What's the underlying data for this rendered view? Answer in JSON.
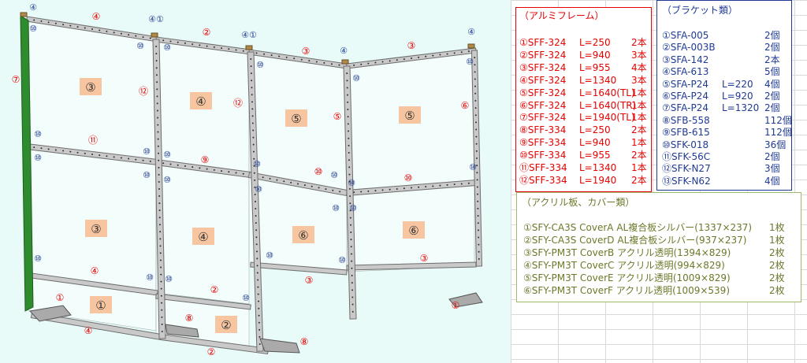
{
  "drawing": {
    "colors": {
      "frame": "#c9c9c9",
      "frame_edge": "#6d6d6d",
      "frame_dark": "#555555",
      "hole": "#2f2f2f",
      "red": "#e60000",
      "blue": "#1f3a93",
      "tag_bg": "#f7c59f",
      "green_post": "#2e8b2e"
    },
    "panel_labels": [
      "③",
      "④",
      "⑤",
      "⑤",
      "③",
      "④",
      "⑥",
      "⑥",
      "①",
      "②"
    ],
    "red_callouts": [
      "④",
      "②",
      "③",
      "③",
      "⑦",
      "⑫",
      "⑫",
      "⑤",
      "⑥",
      "⑪",
      "⑨",
      "⑩",
      "⑩",
      "④",
      "③",
      "③",
      "①",
      "②",
      "⑧",
      "④",
      "②",
      "⑧",
      "①"
    ],
    "blue_callouts": [
      "④",
      "④①",
      "④①",
      "④",
      "④",
      "⑩",
      "⑩",
      "⑩",
      "⑩",
      "⑩",
      "⑩",
      "⑩",
      "⑩",
      "⑩",
      "⑩",
      "⑩",
      "⑩",
      "⑩",
      "⑩",
      "⑩",
      "⑩",
      "⑩",
      "⑩",
      "⑩",
      "⑩",
      "⑩",
      "⑩",
      "⑩",
      "⑩",
      "⑩"
    ]
  },
  "aluminum_frame": {
    "title": "（アルミフレーム）",
    "items": [
      {
        "part": "①SFF-324",
        "length": "L=250",
        "qty": "2本"
      },
      {
        "part": "②SFF-324",
        "length": "L=940",
        "qty": "3本"
      },
      {
        "part": "③SFF-324",
        "length": "L=955",
        "qty": "4本"
      },
      {
        "part": "④SFF-324",
        "length": "L=1340",
        "qty": "3本"
      },
      {
        "part": "⑤SFF-324",
        "length": "L=1640(TL)",
        "qty": "1本"
      },
      {
        "part": "⑥SFF-324",
        "length": "L=1640(TR)",
        "qty": "1本"
      },
      {
        "part": "⑦SFF-324",
        "length": "L=1940(TL)",
        "qty": "1本"
      },
      {
        "part": "⑧SFF-334",
        "length": "L=250",
        "qty": "2本"
      },
      {
        "part": "⑨SFF-334",
        "length": "L=940",
        "qty": "1本"
      },
      {
        "part": "⑩SFF-334",
        "length": "L=955",
        "qty": "2本"
      },
      {
        "part": "⑪SFF-334",
        "length": "L=1340",
        "qty": "1本"
      },
      {
        "part": "⑫SFF-334",
        "length": "L=1940",
        "qty": "2本"
      }
    ]
  },
  "brackets": {
    "title": "（ブラケット類）",
    "items": [
      {
        "part": "①SFA-005",
        "size": "",
        "qty": "2個"
      },
      {
        "part": "②SFA-003B",
        "size": "",
        "qty": "2個"
      },
      {
        "part": "③SFA-142",
        "size": "",
        "qty": "2本"
      },
      {
        "part": "④SFA-613",
        "size": "",
        "qty": "5個"
      },
      {
        "part": "⑤SFA-P24",
        "size": "L=220",
        "qty": "4個"
      },
      {
        "part": "⑥SFA-P24",
        "size": "L=920",
        "qty": "2個"
      },
      {
        "part": "⑦SFA-P24",
        "size": "L=1320",
        "qty": "2個"
      },
      {
        "part": "⑧SFB-558",
        "size": "",
        "qty": "112個"
      },
      {
        "part": "⑨SFB-615",
        "size": "",
        "qty": "112個"
      },
      {
        "part": "⑩SFK-018",
        "size": "",
        "qty": "36個"
      },
      {
        "part": "⑪SFK-56C",
        "size": "",
        "qty": "2個"
      },
      {
        "part": "⑫SFK-N27",
        "size": "",
        "qty": "3個"
      },
      {
        "part": "⑬SFK-N62",
        "size": "",
        "qty": "4個"
      }
    ]
  },
  "acrylic": {
    "title": "（アクリル板、カバー類）",
    "items": [
      {
        "desc": "①SFY-CA3S CoverA AL複合板シルバー(1337×237)",
        "qty": "1枚"
      },
      {
        "desc": "②SFY-CA3S CoverD AL複合板シルバー(937×237)",
        "qty": "1枚"
      },
      {
        "desc": "③SFY-PM3T CoverB アクリル透明(1394×829)",
        "qty": "2枚"
      },
      {
        "desc": "④SFY-PM3T CoverC アクリル透明(994×829)",
        "qty": "2枚"
      },
      {
        "desc": "⑤SFY-PM3T CoverE アクリル透明(1009×829)",
        "qty": "2枚"
      },
      {
        "desc": "⑥SFY-PM3T CoverF アクリル透明(1009×539)",
        "qty": "2枚"
      }
    ]
  }
}
